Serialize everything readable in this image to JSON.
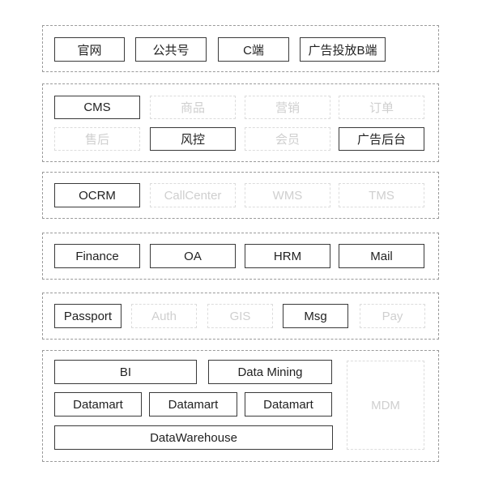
{
  "layers": [
    {
      "name": "channel-layer",
      "modules": [
        {
          "label": "官网",
          "active": true
        },
        {
          "label": "公共号",
          "active": true
        },
        {
          "label": "C端",
          "active": true
        },
        {
          "label": "广告投放B端",
          "active": true
        }
      ]
    },
    {
      "name": "business-layer",
      "modules": [
        {
          "label": "CMS",
          "active": true
        },
        {
          "label": "商品",
          "active": false
        },
        {
          "label": "营销",
          "active": false
        },
        {
          "label": "订单",
          "active": false
        },
        {
          "label": "售后",
          "active": false
        },
        {
          "label": "风控",
          "active": true
        },
        {
          "label": "会员",
          "active": false
        },
        {
          "label": "广告后台",
          "active": true
        }
      ]
    },
    {
      "name": "operations-layer",
      "modules": [
        {
          "label": "OCRM",
          "active": true
        },
        {
          "label": "CallCenter",
          "active": false
        },
        {
          "label": "WMS",
          "active": false
        },
        {
          "label": "TMS",
          "active": false
        }
      ]
    },
    {
      "name": "office-layer",
      "modules": [
        {
          "label": "Finance",
          "active": true
        },
        {
          "label": "OA",
          "active": true
        },
        {
          "label": "HRM",
          "active": true
        },
        {
          "label": "Mail",
          "active": true
        }
      ]
    },
    {
      "name": "platform-service-layer",
      "modules": [
        {
          "label": "Passport",
          "active": true
        },
        {
          "label": "Auth",
          "active": false
        },
        {
          "label": "GIS",
          "active": false
        },
        {
          "label": "Msg",
          "active": true
        },
        {
          "label": "Pay",
          "active": false
        }
      ]
    },
    {
      "name": "data-layer",
      "modules": [
        {
          "label": "BI",
          "active": true
        },
        {
          "label": "Data Mining",
          "active": true
        },
        {
          "label": "Datamart",
          "active": true
        },
        {
          "label": "Datamart",
          "active": true
        },
        {
          "label": "Datamart",
          "active": true
        },
        {
          "label": "DataWarehouse",
          "active": true
        },
        {
          "label": "MDM",
          "active": false
        }
      ]
    }
  ]
}
